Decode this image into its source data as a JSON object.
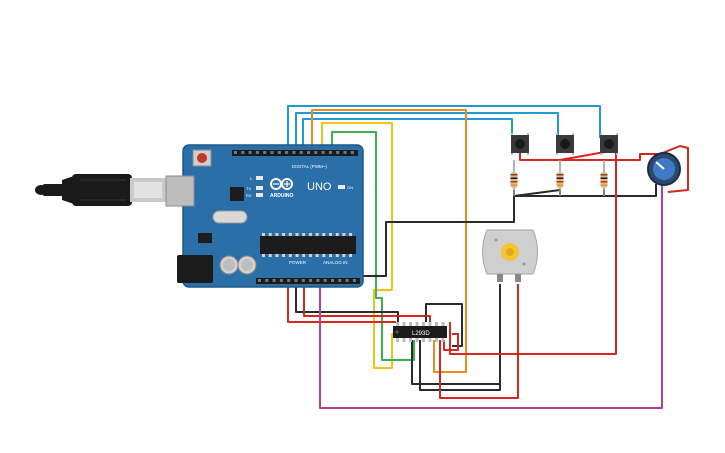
{
  "board": {
    "name": "UNO",
    "brand": "ARDUINO",
    "digital_label": "DIGITAL (PWM~)",
    "power_label": "POWER",
    "analog_label": "ANALOG IN",
    "tx_label": "TX",
    "rx_label": "RX",
    "l_label": "L",
    "on_label": "ON"
  },
  "chip": {
    "label": "L293D"
  },
  "colors": {
    "board": "#2a6fa8",
    "board_edge": "#1d5888",
    "wire_blue": "#1e9bd2",
    "wire_orange": "#f08a1d",
    "wire_yellow": "#f2c21b",
    "wire_green": "#3cb34a",
    "wire_black": "#2b2b2b",
    "wire_red": "#d8261f",
    "wire_magenta": "#b23fa0"
  },
  "icons": {
    "usb": "usb-cable-icon",
    "reset": "reset-button-icon",
    "knob": "potentiometer-icon",
    "motor": "dc-motor-icon"
  }
}
